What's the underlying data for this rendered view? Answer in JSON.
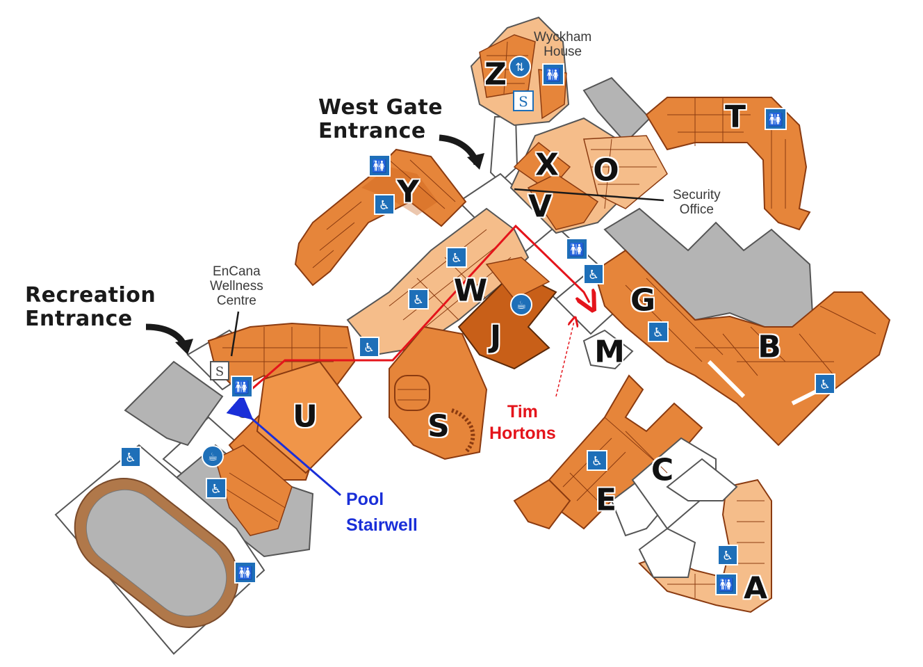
{
  "entrances": {
    "west_gate": [
      "West Gate",
      "Entrance"
    ],
    "recreation": [
      "Recreation",
      "Entrance"
    ]
  },
  "places": {
    "wyckham": [
      "Wyckham",
      "House"
    ],
    "security": [
      "Security",
      "Office"
    ],
    "encana": [
      "EnCana",
      "Wellness",
      "Centre"
    ]
  },
  "annotations": {
    "tim_hortons": [
      "Tim",
      "Hortons"
    ],
    "pool_stairwell": [
      "Pool",
      "Stairwell"
    ]
  },
  "buildings": [
    "Z",
    "T",
    "X",
    "O",
    "V",
    "Y",
    "W",
    "J",
    "G",
    "M",
    "B",
    "U",
    "S",
    "C",
    "E",
    "A"
  ],
  "icons": {
    "restroom": "restroom-icon",
    "accessible": "wheelchair-icon",
    "elevator": "elevator-icon",
    "stairs": "stairs-icon",
    "food": "food-icon"
  },
  "colors": {
    "building": "#e6853a",
    "building_light": "#f5bd8a",
    "building_dark": "#c85f18",
    "gray_area": "#b4b4b4",
    "route": "#e4141b",
    "pool_pointer": "#1a2fd8",
    "icon_blue": "#1e6fb8"
  }
}
